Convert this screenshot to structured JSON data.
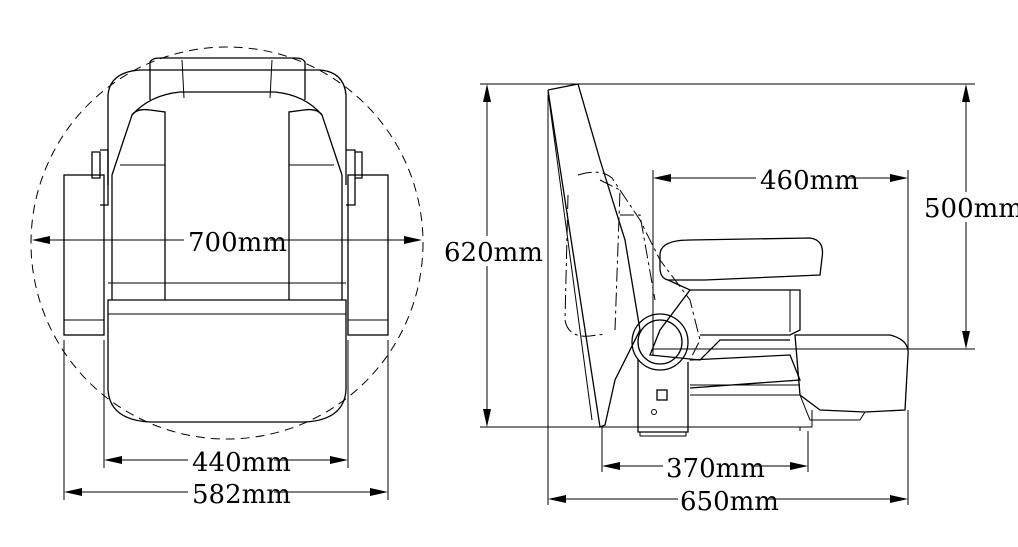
{
  "dimensions": {
    "top_view_diameter": "700mm",
    "top_view_inner_width": "440mm",
    "top_view_outer_width": "582mm",
    "side_view_height": "620mm",
    "side_view_seat_depth": "460mm",
    "side_view_seat_height": "500mm",
    "side_view_base_depth": "370mm",
    "side_view_total_depth": "650mm"
  },
  "colors": {
    "line": "#000000",
    "background": "#ffffff"
  }
}
